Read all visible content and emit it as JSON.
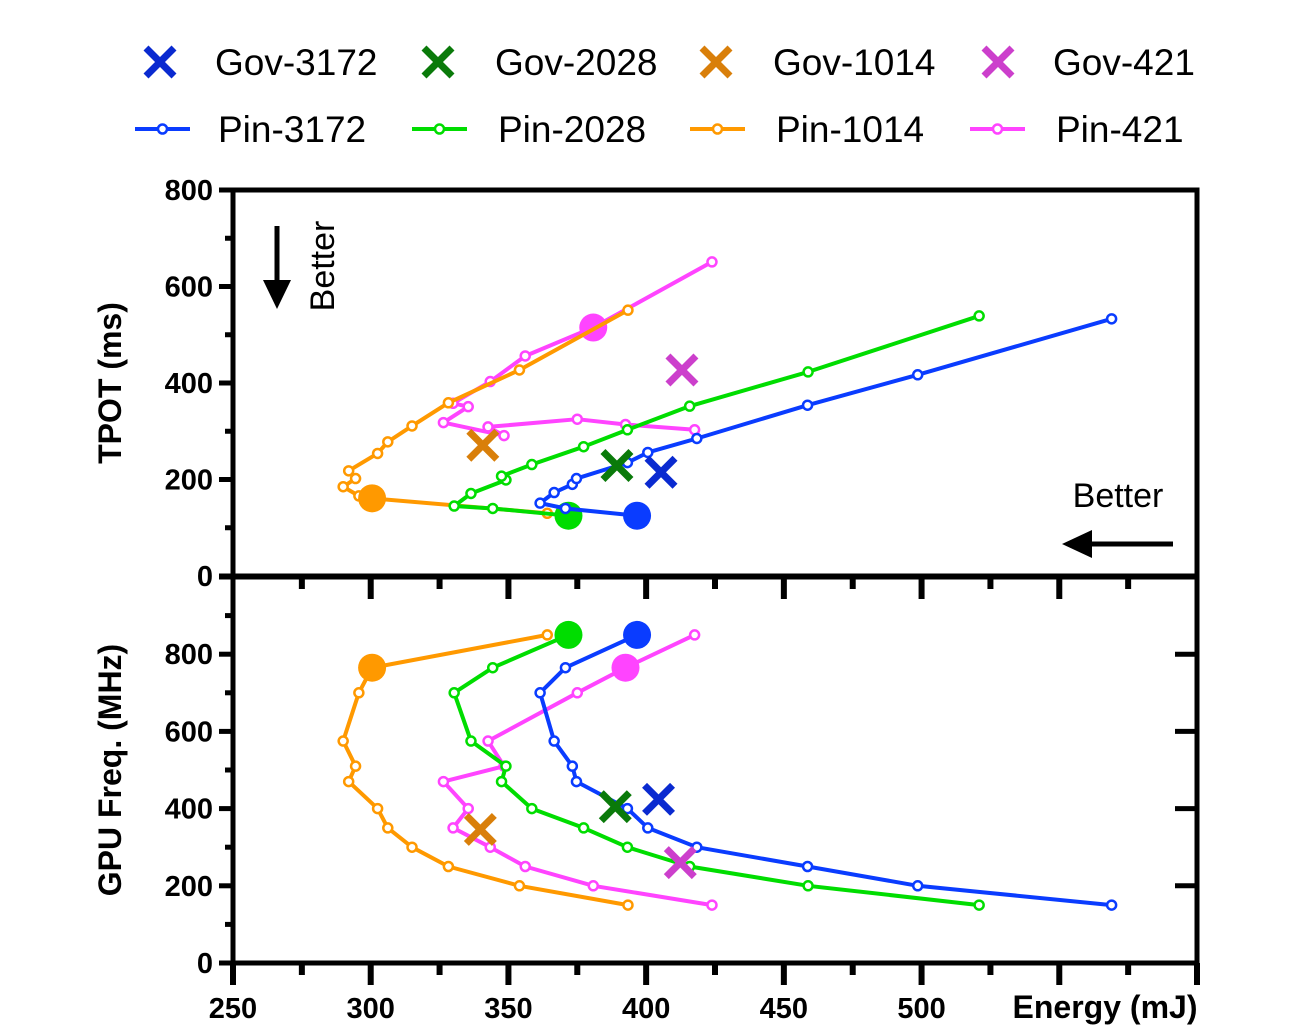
{
  "chart_data": [
    {
      "type": "line",
      "panel": "top",
      "ylabel": "TPOT (ms)",
      "xlabel": "Energy (mJ)",
      "xlim": [
        250,
        600
      ],
      "ylim": [
        0,
        800
      ],
      "yticks": [
        "0",
        "200",
        "400",
        "600",
        "800"
      ],
      "annotations": [
        "Better",
        "Better"
      ]
    },
    {
      "type": "line",
      "panel": "bottom",
      "ylabel": "GPU Freq. (MHz)",
      "xlabel": "Energy (mJ)",
      "xlim": [
        250,
        600
      ],
      "ylim": [
        0,
        1000
      ],
      "yticks": [
        "0",
        "200",
        "400",
        "600",
        "800"
      ],
      "xticks": [
        "250",
        "300",
        "350",
        "400",
        "450",
        "500"
      ]
    }
  ],
  "series": [
    {
      "name": "Pin-421",
      "color": "#ff44ff",
      "highlight_top_freq": 200,
      "highlight_bottom_freq": 765,
      "points": [
        {
          "freq": 850,
          "energy": 417.6,
          "tpot": 303
        },
        {
          "freq": 765,
          "energy": 392.5,
          "tpot": 314
        },
        {
          "freq": 700,
          "energy": 375.0,
          "tpot": 325
        },
        {
          "freq": 575,
          "energy": 342.6,
          "tpot": 309
        },
        {
          "freq": 510,
          "energy": 348.4,
          "tpot": 291
        },
        {
          "freq": 470,
          "energy": 326.4,
          "tpot": 318
        },
        {
          "freq": 400,
          "energy": 335.4,
          "tpot": 351
        },
        {
          "freq": 350,
          "energy": 329.9,
          "tpot": 358
        },
        {
          "freq": 300,
          "energy": 343.4,
          "tpot": 403
        },
        {
          "freq": 250,
          "energy": 356.1,
          "tpot": 456
        },
        {
          "freq": 200,
          "energy": 380.8,
          "tpot": 515
        },
        {
          "freq": 150,
          "energy": 423.9,
          "tpot": 651
        }
      ]
    },
    {
      "name": "Pin-1014",
      "color": "#ff9900",
      "highlight_top_freq": 765,
      "highlight_bottom_freq": 765,
      "points": [
        {
          "freq": 850,
          "energy": 364.1,
          "tpot": 130
        },
        {
          "freq": 765,
          "energy": 300.5,
          "tpot": 161
        },
        {
          "freq": 700,
          "energy": 295.7,
          "tpot": 166
        },
        {
          "freq": 575,
          "energy": 290.0,
          "tpot": 185
        },
        {
          "freq": 510,
          "energy": 294.5,
          "tpot": 202
        },
        {
          "freq": 470,
          "energy": 292.0,
          "tpot": 218
        },
        {
          "freq": 400,
          "energy": 302.5,
          "tpot": 254
        },
        {
          "freq": 350,
          "energy": 306.2,
          "tpot": 278
        },
        {
          "freq": 300,
          "energy": 315.0,
          "tpot": 311
        },
        {
          "freq": 250,
          "energy": 328.2,
          "tpot": 359
        },
        {
          "freq": 200,
          "energy": 354.0,
          "tpot": 427
        },
        {
          "freq": 150,
          "energy": 393.4,
          "tpot": 551
        }
      ]
    },
    {
      "name": "Pin-2028",
      "color": "#00dd00",
      "highlight_top_freq": 850,
      "highlight_bottom_freq": 850,
      "points": [
        {
          "freq": 850,
          "energy": 371.8,
          "tpot": 125
        },
        {
          "freq": 765,
          "energy": 344.3,
          "tpot": 140
        },
        {
          "freq": 700,
          "energy": 330.3,
          "tpot": 145
        },
        {
          "freq": 575,
          "energy": 336.4,
          "tpot": 171
        },
        {
          "freq": 510,
          "energy": 349.1,
          "tpot": 199
        },
        {
          "freq": 470,
          "energy": 347.5,
          "tpot": 207
        },
        {
          "freq": 400,
          "energy": 358.5,
          "tpot": 231
        },
        {
          "freq": 350,
          "energy": 377.3,
          "tpot": 268
        },
        {
          "freq": 300,
          "energy": 393.2,
          "tpot": 303
        },
        {
          "freq": 250,
          "energy": 415.8,
          "tpot": 352
        },
        {
          "freq": 200,
          "energy": 458.8,
          "tpot": 423
        },
        {
          "freq": 150,
          "energy": 520.9,
          "tpot": 539
        }
      ]
    },
    {
      "name": "Pin-3172",
      "color": "#0a3cff",
      "highlight_top_freq": 850,
      "highlight_bottom_freq": 850,
      "points": [
        {
          "freq": 850,
          "energy": 396.7,
          "tpot": 125
        },
        {
          "freq": 765,
          "energy": 370.7,
          "tpot": 140
        },
        {
          "freq": 700,
          "energy": 361.5,
          "tpot": 151
        },
        {
          "freq": 575,
          "energy": 366.6,
          "tpot": 173
        },
        {
          "freq": 510,
          "energy": 373.2,
          "tpot": 190
        },
        {
          "freq": 470,
          "energy": 374.7,
          "tpot": 202
        },
        {
          "freq": 400,
          "energy": 393.2,
          "tpot": 235
        },
        {
          "freq": 350,
          "energy": 400.6,
          "tpot": 256
        },
        {
          "freq": 300,
          "energy": 418.4,
          "tpot": 285
        },
        {
          "freq": 250,
          "energy": 458.6,
          "tpot": 354
        },
        {
          "freq": 200,
          "energy": 498.6,
          "tpot": 417
        },
        {
          "freq": 150,
          "energy": 569.0,
          "tpot": 533
        }
      ]
    }
  ],
  "governors": [
    {
      "name": "Gov-3172",
      "color": "#0a2ad0",
      "top": {
        "energy": 405.4,
        "tpot": 215
      },
      "bottom": {
        "energy": 404.5,
        "freq": 424
      }
    },
    {
      "name": "Gov-2028",
      "color": "#0a7a0a",
      "top": {
        "energy": 389.4,
        "tpot": 229
      },
      "bottom": {
        "energy": 388.8,
        "freq": 405
      }
    },
    {
      "name": "Gov-1014",
      "color": "#d97f0a",
      "top": {
        "energy": 340.7,
        "tpot": 271
      },
      "bottom": {
        "energy": 339.8,
        "freq": 346
      }
    },
    {
      "name": "Gov-421",
      "color": "#cc3fcc",
      "top": {
        "energy": 413.0,
        "tpot": 427
      },
      "bottom": {
        "energy": 412.4,
        "freq": 260
      }
    }
  ],
  "legend": {
    "row1": [
      "Gov-3172",
      "Gov-2028",
      "Gov-1014",
      "Gov-421"
    ],
    "row2": [
      "Pin-3172",
      "Pin-2028",
      "Pin-1014",
      "Pin-421"
    ]
  }
}
